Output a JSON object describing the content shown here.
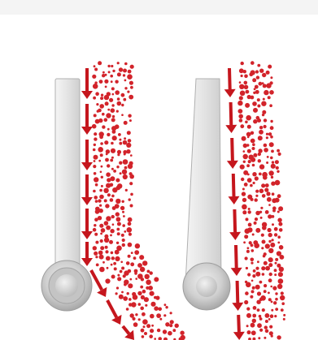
{
  "colors": {
    "background": "#ffffff",
    "top_strip": "#f4f4f4",
    "particle": "#d2232a",
    "arrow": "#c5161d",
    "bar_light": "#ececec",
    "bar_mid": "#d6d6d6",
    "bar_edge": "#a9a9a9",
    "roller_outer": "#c8c8c8",
    "roller_inner": "#b5b5b5",
    "roller_core": "#dedede"
  },
  "icons": {
    "arrow": "down-arrow-icon",
    "particle": "dot-icon"
  },
  "panels": [
    {
      "name": "left",
      "bar": "straight-bar-with-roller",
      "flow": "bends-right-below-roller"
    },
    {
      "name": "right",
      "bar": "tapered-bar-with-roller",
      "flow": "straight-down"
    }
  ]
}
